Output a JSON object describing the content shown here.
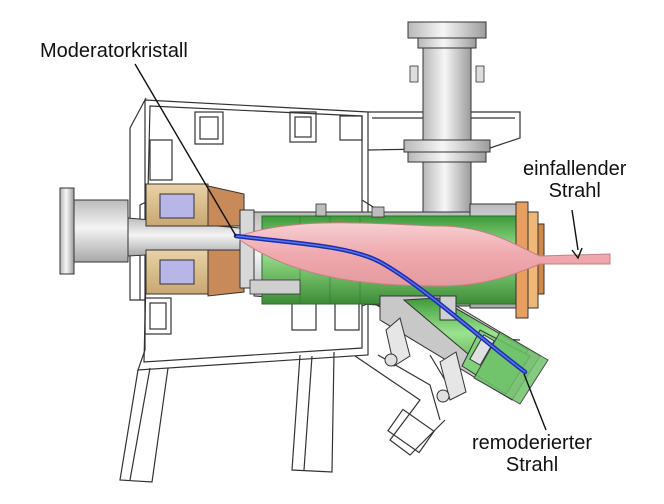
{
  "labels": {
    "moderator": "Moderatorkristall",
    "incoming_line1": "einfallender",
    "incoming_line2": "Strahl",
    "outgoing_line1": "remoderierter",
    "outgoing_line2": "Strahl"
  },
  "colors": {
    "incoming_beam": "#f2b4b8",
    "remoderated_beam": "#1a2fb0",
    "electrode": "#5fc25a",
    "magnet": "#b8b6e6",
    "flange": "#e8a060",
    "housing": "#d9d9d9"
  }
}
